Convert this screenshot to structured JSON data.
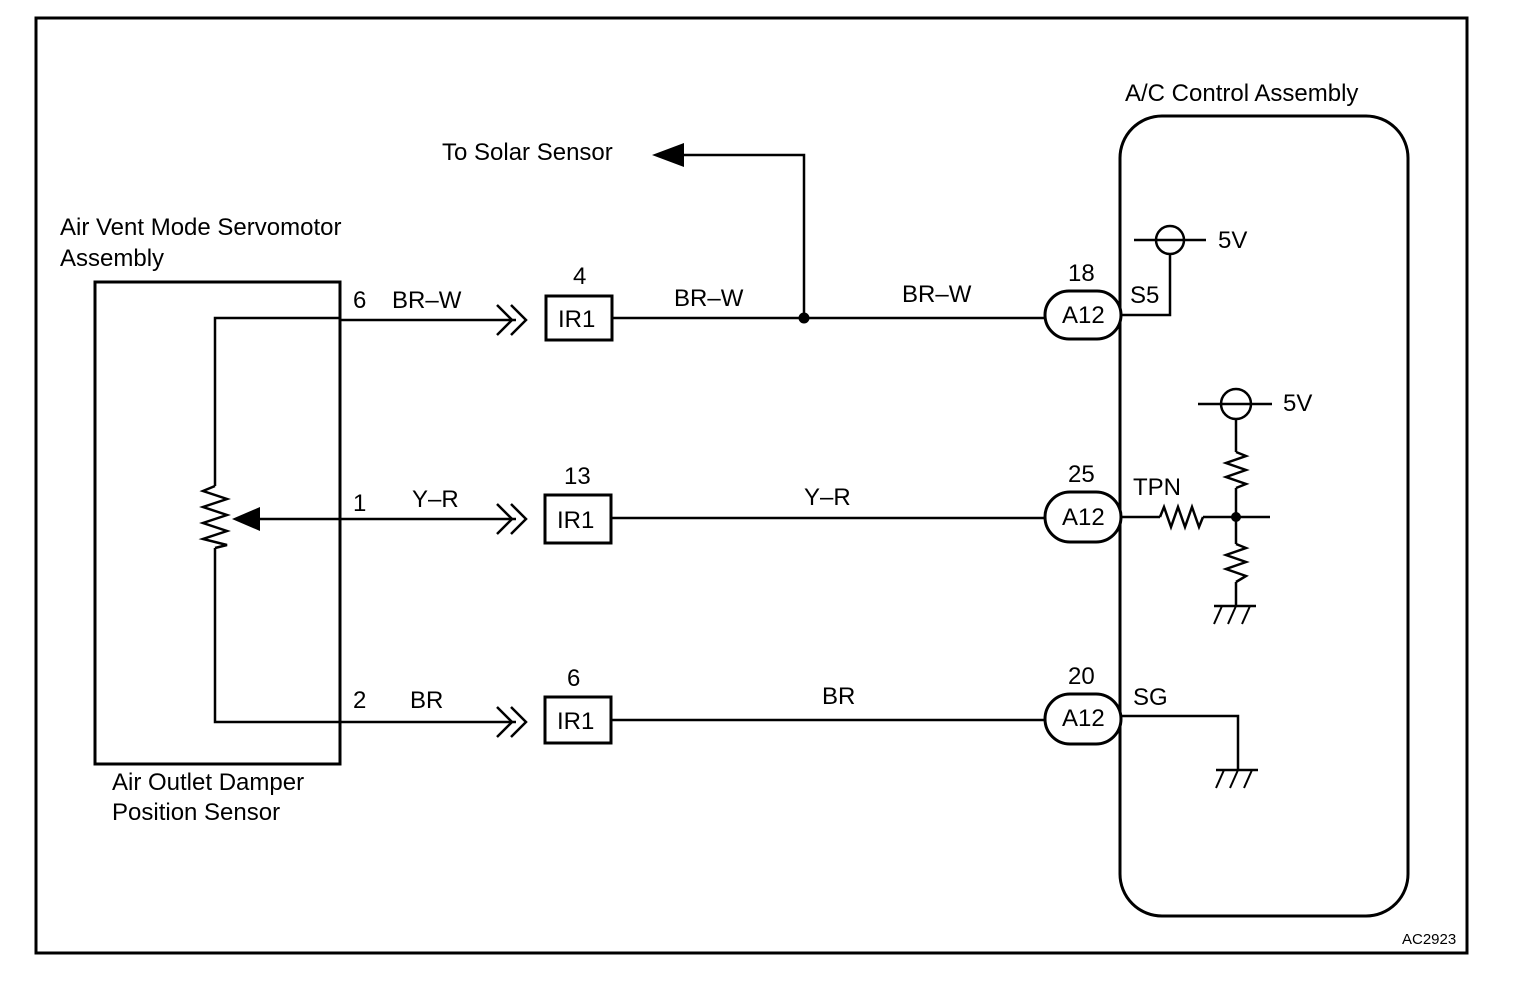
{
  "diagram_id": "AC2923",
  "components": {
    "ac_control": "A/C Control Assembly",
    "servomotor_line1": "Air Vent Mode Servomotor",
    "servomotor_line2": "Assembly",
    "sensor_line1": "Air Outlet Damper",
    "sensor_line2": "Position Sensor",
    "solar": "To Solar Sensor"
  },
  "supply": {
    "s5_voltage": "5V",
    "tpn_voltage": "5V"
  },
  "circuits": [
    {
      "pin": "6",
      "wire_left": "BR–W",
      "ir_pin": "4",
      "ir_label": "IR1",
      "wire_mid": "BR–W",
      "wire_right": "BR–W",
      "a_pin": "18",
      "a_label": "A12",
      "terminal": "S5"
    },
    {
      "pin": "1",
      "wire_left": "Y–R",
      "ir_pin": "13",
      "ir_label": "IR1",
      "wire_mid": "Y–R",
      "a_pin": "25",
      "a_label": "A12",
      "terminal": "TPN"
    },
    {
      "pin": "2",
      "wire_left": "BR",
      "ir_pin": "6",
      "ir_label": "IR1",
      "wire_mid": "BR",
      "a_pin": "20",
      "a_label": "A12",
      "terminal": "SG"
    }
  ]
}
